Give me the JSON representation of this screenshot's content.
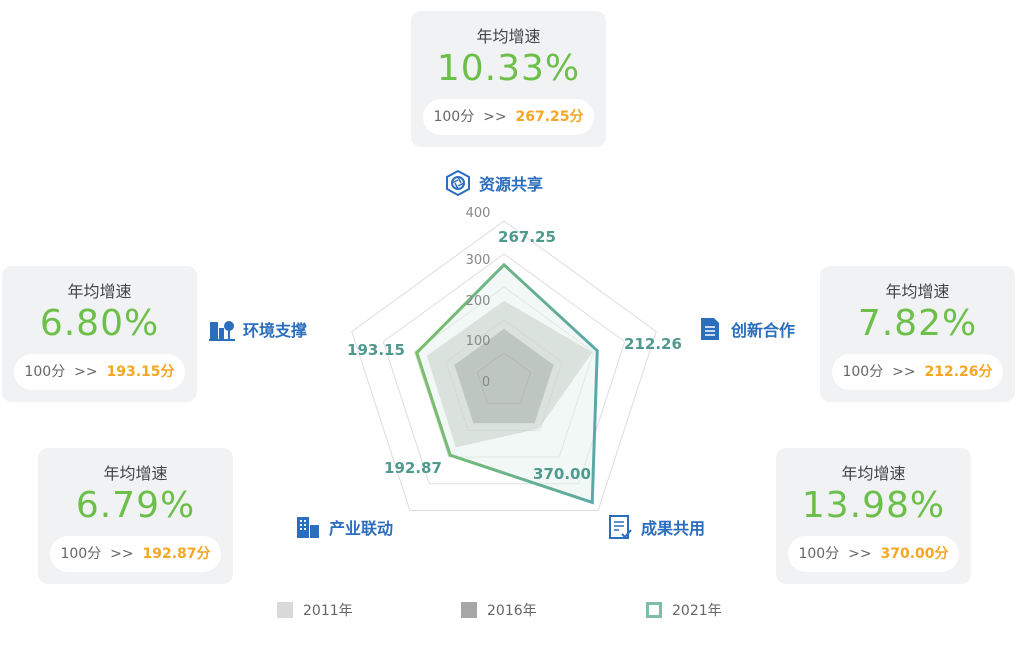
{
  "chart_data": {
    "type": "radar",
    "axes": [
      "资源共享",
      "创新合作",
      "成果共用",
      "产业联动",
      "环境支撑"
    ],
    "ticks": [
      "0",
      "100",
      "200",
      "300",
      "400"
    ],
    "range": [
      0,
      400
    ],
    "series": [
      {
        "name": "2011年",
        "values": [
          73,
          73,
          73,
          73,
          73
        ],
        "color": "#7f7f7f"
      },
      {
        "name": "2016年",
        "values": [
          158,
          197,
          94,
          164,
          161
        ],
        "color": "#bfc0bd"
      },
      {
        "name": "2021年",
        "values": [
          267.25,
          212.26,
          370.0,
          192.87,
          193.15
        ],
        "color": "#5aa59a"
      }
    ],
    "data_labels": [
      "267.25",
      "212.26",
      "370.00",
      "192.87",
      "193.15"
    ],
    "legend_position": "bottom"
  },
  "cards": [
    {
      "title": "年均增速",
      "rate": "10.33%",
      "from": "100分",
      "arrow": ">>",
      "to": "267.25分"
    },
    {
      "title": "年均增速",
      "rate": "7.82%",
      "from": "100分",
      "arrow": ">>",
      "to": "212.26分"
    },
    {
      "title": "年均增速",
      "rate": "13.98%",
      "from": "100分",
      "arrow": ">>",
      "to": "370.00分"
    },
    {
      "title": "年均增速",
      "rate": "6.79%",
      "from": "100分",
      "arrow": ">>",
      "to": "192.87分"
    },
    {
      "title": "年均增速",
      "rate": "6.80%",
      "from": "100分",
      "arrow": ">>",
      "to": "193.15分"
    }
  ],
  "icons": [
    "aperture-icon",
    "document-icon",
    "checklist-icon",
    "buildings-icon",
    "city-tree-icon"
  ],
  "legend": [
    "2011年",
    "2016年",
    "2021年"
  ]
}
